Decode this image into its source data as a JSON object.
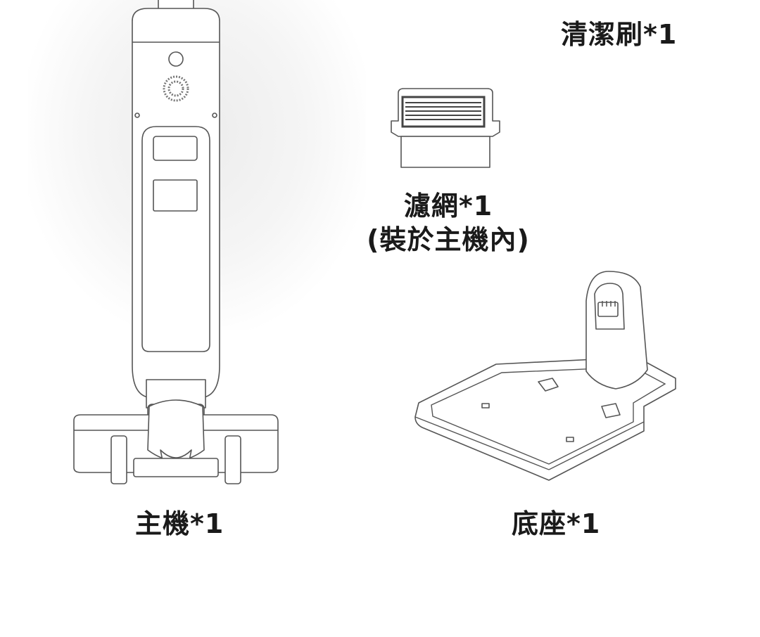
{
  "items": {
    "brush": {
      "label": "清潔刷*1"
    },
    "filter": {
      "label_line1": "濾網*1",
      "label_line2": "(裝於主機內)"
    },
    "main_unit": {
      "label": "主機*1"
    },
    "base": {
      "label": "底座*1"
    }
  }
}
